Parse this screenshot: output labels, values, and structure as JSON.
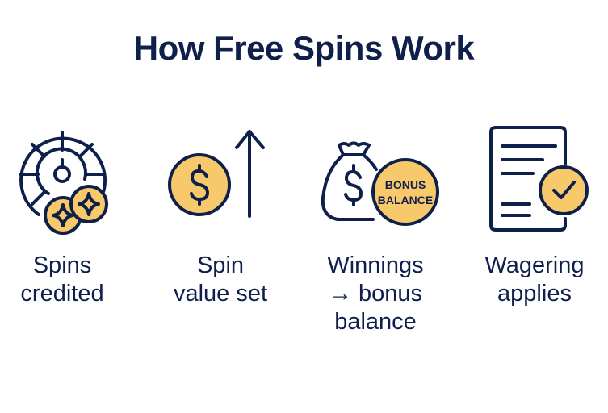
{
  "title": "How Free Spins Work",
  "colors": {
    "navy": "#0f1f4b",
    "gold": "#f7c96a"
  },
  "steps": [
    {
      "icon": "roulette-wheel-with-coins-icon",
      "line1": "Spins",
      "line2": "credited"
    },
    {
      "icon": "dollar-coin-up-arrow-icon",
      "line1": "Spin",
      "line2": "value set"
    },
    {
      "icon": "money-bag-bonus-coin-icon",
      "line1": "Winnings",
      "line2": "→ bonus",
      "line3": "balance",
      "coin_line1": "BONUS",
      "coin_line2": "BALANCE"
    },
    {
      "icon": "document-check-icon",
      "line1": "Wagering",
      "line2": "applies"
    }
  ]
}
